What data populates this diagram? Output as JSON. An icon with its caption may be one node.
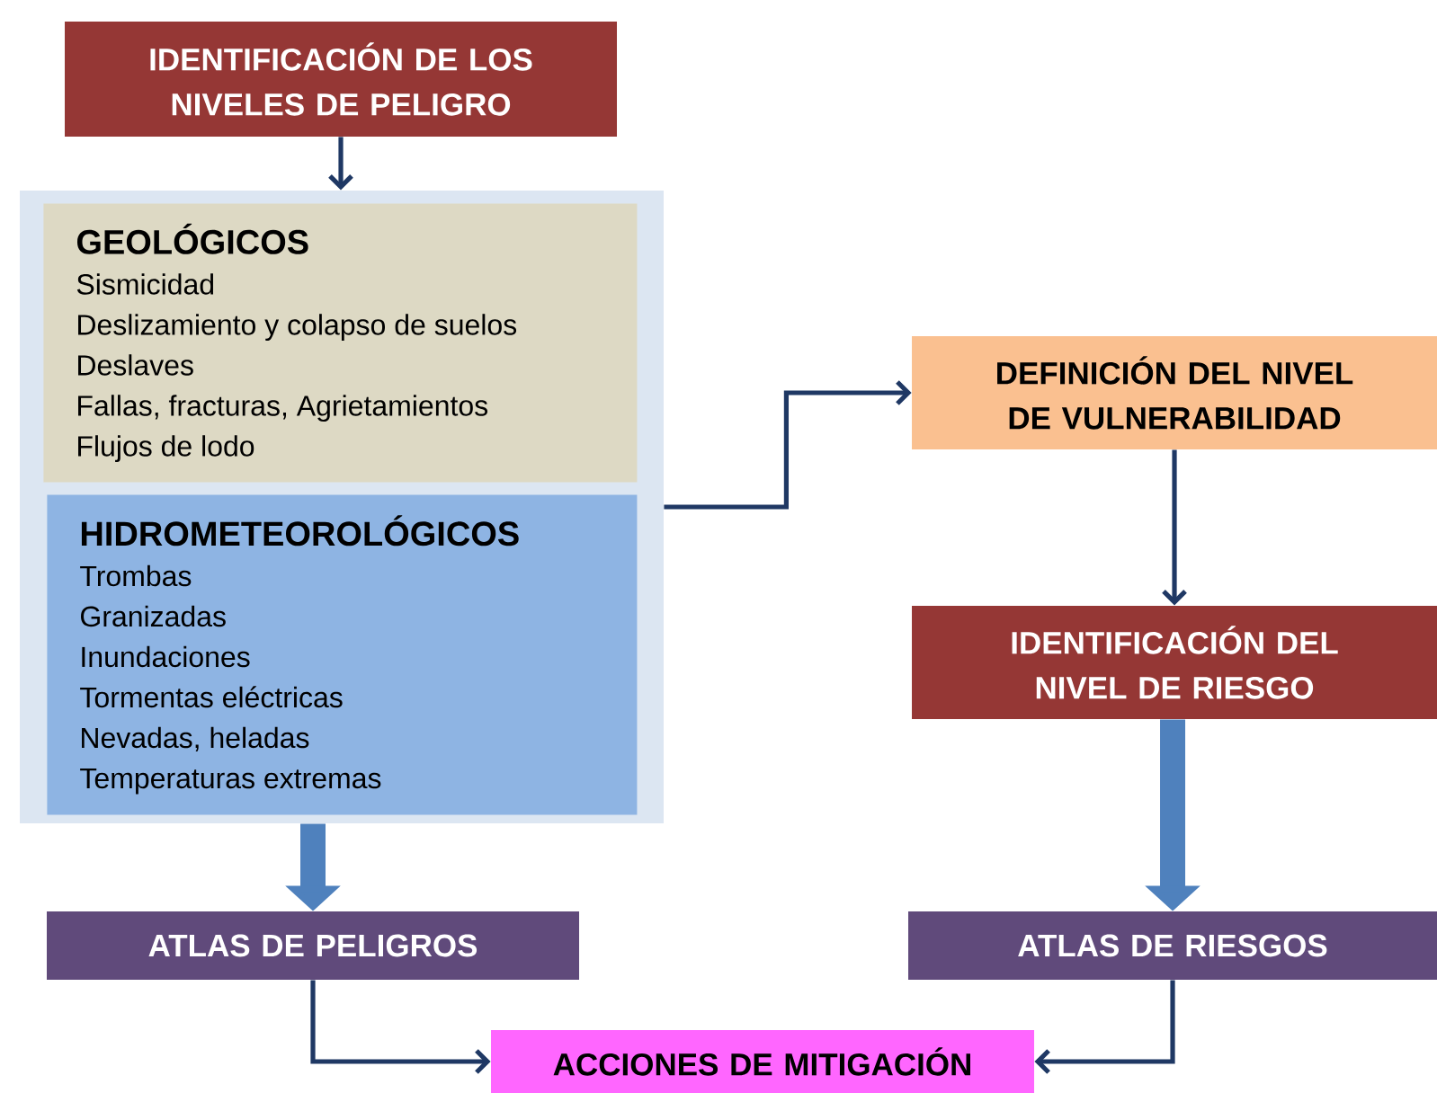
{
  "diagram": {
    "nodes": [
      {
        "text": [
          "IDENTIFICACIÓN DE LOS NIVELES DE PELIGRO"
        ]
      },
      {
        "text": [],
        "shape": "box"
      },
      {
        "text": [
          "GEOLÓGICOS",
          "Sismicidad",
          "Deslizamiento y colapso de suelos",
          "Deslaves",
          "Fallas, fracturas, Agrietamientos",
          "Flujos de lodo"
        ],
        "in": 1
      },
      {
        "text": [
          "HIDROMETEOROLÓGICOS",
          "Trombas",
          "Granizadas",
          "Inundaciones",
          "Tormentas eléctricas",
          "Nevadas, heladas",
          "Temperaturas extremas"
        ],
        "in": 1
      },
      {
        "text": [
          "DEFINICIÓN DEL NIVEL DE VULNERABILIDAD"
        ]
      },
      {
        "text": [
          "IDENTIFICACIÓN DEL NIVEL DE RIESGO"
        ]
      },
      {
        "text": [
          "ATLAS DE PELIGROS"
        ]
      },
      {
        "text": [
          "ATLAS DE RIESGOS"
        ]
      },
      {
        "text": [
          "ACCIONES DE MITIGACIÓN"
        ]
      }
    ],
    "edges": [
      {
        "from": 0,
        "to": 1,
        "arrow": "to"
      },
      {
        "from": 1,
        "to": 4,
        "arrow": "to"
      },
      {
        "from": 4,
        "to": 5,
        "arrow": "to"
      },
      {
        "from": 1,
        "to": 6,
        "arrow": "to",
        "style": "thick",
        "color": "#4f81bd"
      },
      {
        "from": 5,
        "to": 7,
        "arrow": "to",
        "style": "thick",
        "color": "#4f81bd"
      },
      {
        "from": 6,
        "to": 8,
        "arrow": "to"
      },
      {
        "from": 7,
        "to": 8,
        "arrow": "to"
      }
    ]
  }
}
